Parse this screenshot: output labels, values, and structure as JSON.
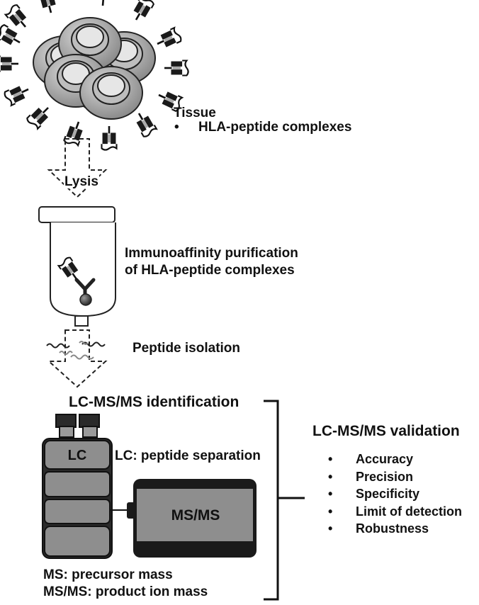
{
  "tissue": {
    "title": "Tissue",
    "bullet": "HLA-peptide complexes"
  },
  "lysis": "Lysis",
  "purification": {
    "line1": "Immunoaffinity  purification",
    "line2": "of HLA-peptide complexes"
  },
  "peptide_isolation": "Peptide isolation",
  "lcms_identification": "LC-MS/MS identification",
  "lc_label": "LC",
  "lc_separation": "LC: peptide separation",
  "msms_label": "MS/MS",
  "ms_precursor": "MS: precursor mass",
  "msms_product": "MS/MS: product ion mass",
  "validation": {
    "title": "LC-MS/MS validation",
    "items": [
      "Accuracy",
      "Precision",
      "Specificity",
      "Limit of detection",
      "Robustness"
    ]
  },
  "bullet_glyph": "•"
}
